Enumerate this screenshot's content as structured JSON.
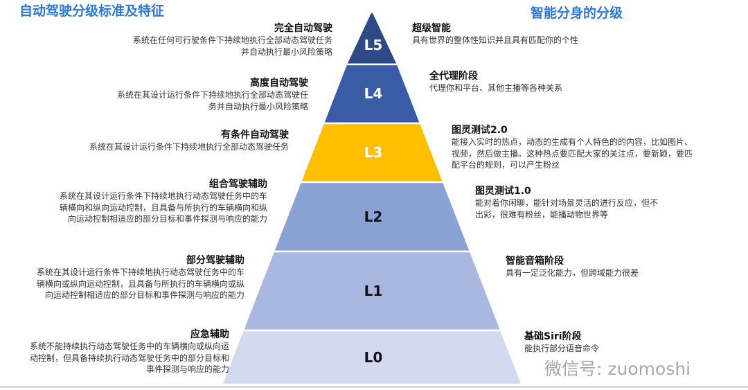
{
  "left_heading": "自动驾驶分级标准及特征",
  "right_heading": "智能分身的分级",
  "levels": [
    {
      "label": "L5",
      "color": "#2e4a86",
      "text_color": "#ffffff",
      "left_title": "完全自动驾驶",
      "left_desc": [
        "系统在任何可行驶条件下持续地执行全部动态驾驶任务",
        "并自动执行最小风险策略"
      ],
      "right_title": "超级智能",
      "right_desc": [
        "具有世界的整体性知识并且具有匹配你的个性"
      ]
    },
    {
      "label": "L4",
      "color": "#3a5ba6",
      "text_color": "#ffffff",
      "left_title": "高度自动驾驶",
      "left_desc": [
        "系统在其设计运行条件下持续地执行全部动态驾驶任",
        "务并自动执行最小风险策略"
      ],
      "right_title": "全代理阶段",
      "right_desc": [
        "代理你和平台、其他主播等各种关系"
      ]
    },
    {
      "label": "L3",
      "color": "#fdbf00",
      "text_color": "#ffffff",
      "left_title": "有条件自动驾驶",
      "left_desc": [
        "系统在其设计运行条件下持续地执行全部动态驾驶任务"
      ],
      "right_title": "图灵测试2.0",
      "right_desc": [
        "能接入实时的热点，动态的生成有个人特色的的内容，比如图片、",
        "视频，然后做主播。这种热点要匹配大家的关注点，要新颖，要匹",
        "配平台的规则，可以产生粉丝"
      ]
    },
    {
      "label": "L2",
      "color": "#8aa1d3",
      "text_color": "#111111",
      "left_title": "组合驾驶辅助",
      "left_desc": [
        "系统在其设计运行条件下持续地执行动态驾驶任务中的车",
        "辆横向和纵向运动控制，且具备与所执行的车辆横向和纵",
        "向运动控制相适应的部分目标和事件探测与响应的能力"
      ],
      "right_title": "图灵测试1.0",
      "right_desc": [
        "能对着你闲聊，能针对场景灵活的进行反应，但不",
        "出彩，很难有粉丝，能播动物世界等"
      ]
    },
    {
      "label": "L1",
      "color": "#a9b8e0",
      "text_color": "#111111",
      "left_title": "部分驾驶辅助",
      "left_desc": [
        "系统在其设计运行条件下持续地执行动态驾驶任务中的车",
        "辆横向或纵向运动控制，且具备与所执行的车辆横向或纵",
        "向运动控制相适应的部分目标和事件探测与响应的能力"
      ],
      "right_title": "智能音箱阶段",
      "right_desc": [
        "具有一定泛化能力，但跨域能力很差"
      ]
    },
    {
      "label": "L0",
      "color": "#d3d9ee",
      "text_color": "#111111",
      "left_title": "应急辅助",
      "left_desc": [
        "系统不能持续执行动态驾驶任务中的车辆横向或纵向运",
        "动控制，但具备持续执行动态驾驶任务中的部分目标和",
        "事件探测与响应的能力"
      ],
      "right_title": "基础Siri阶段",
      "right_desc": [
        "能执行部分语音命令"
      ]
    }
  ],
  "watermark": "微信号: zuomoshi"
}
